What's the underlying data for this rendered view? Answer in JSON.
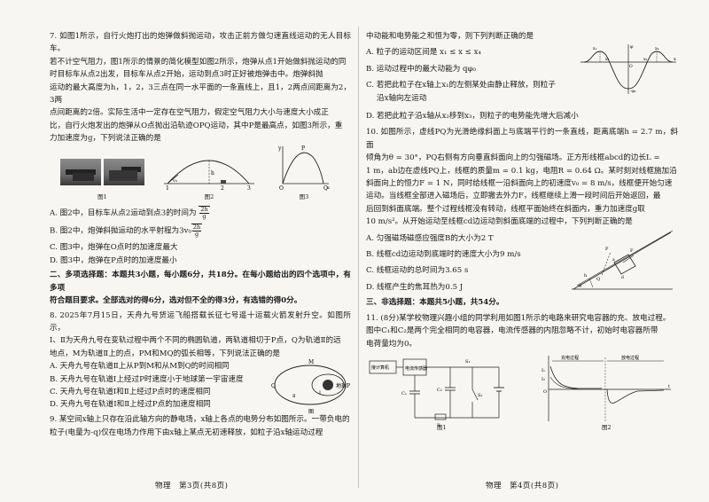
{
  "left": {
    "q7": {
      "p1": "7. 如图1所示，自行火炮打出的炮弹做斜抛运动，攻击正前方做匀速直线运动的无人目标车。",
      "p2": "若不计空气阻力，图1所示的情景的简化模型如图2所示，炮弹从点1开始做斜抛运动的同",
      "p3": "时目标车从点2出发，目标车从点2开始，运动到点3时正好被炮弹击中。炮弹斜抛",
      "p4": "运动的最大高度为h，1，2，3三点在同一水平面的一条直线上，且1，2两点间距离为2，3两",
      "p5": "点间距离的2倍。实际生活中一定存在空气阻力，假定空气阻力大小与速度大小成正",
      "p6": "比，自行火炮发出的炮弹从O点抛出沿轨迹OPQ运动，其中P是最高点，如图3所示，重",
      "p7": "力加速度为g，下列说法正确的是",
      "figs": {
        "f1": "图1",
        "f2": "图2",
        "f3": "图3"
      },
      "optA": "A. 图2中，目标车从点2运动到点3的时间为",
      "optB": "B. 图2中，炮弹斜抛运动的水平射程为3v₀",
      "optC": "C. 图3中，炮弹在O点时的加速度最大",
      "optD": "D. 图3中，炮弹在P点时的加速度最小"
    },
    "section2": {
      "p1": "二、多项选择题：本题共3小题，每小题6分，共18分。在每小题给出的四个选项中，有多项",
      "p2": "符合题目要求。全部选对的得6分，选对但不全的得3分，有选错的得0分。"
    },
    "q8": {
      "p1": "8. 2025年7月15日，天舟九号货运飞船搭载长征七号遥十运载火箭发射升空。如图所示，",
      "p2": "Ⅰ、Ⅱ为天舟九号在变轨过程中两个不同的椭圆轨道，两轨道相切于P点，Q为轨道Ⅱ的远",
      "p3": "地点，M为轨道Ⅱ上的点，PM和MQ的弧长相等，下列说法正确的是",
      "optA": "A. 天舟九号在轨道Ⅱ上从P到M和从M到Q的时间相同",
      "optB": "B. 天舟九号在轨道Ⅰ上经过P时速度小于地球第一宇宙速度",
      "optC": "C. 天舟九号在轨道Ⅰ和Ⅱ上经过P点时的速度相同",
      "optD": "D. 天舟九号在轨道Ⅰ和Ⅱ上经过P点的加速度相同",
      "fig": "图",
      "earth": "地球"
    },
    "q9": {
      "p1": "9. 某空间x轴上只存在沿此轴方向的静电场，x轴上各点的电势分布如图所示。一带负电的",
      "p2": "粒子(电量为-q)仅在电场力作用下由x轴上某点无初速释放，如粒子沿x轴运动过程"
    },
    "footer": "物理　第3页(共8页)"
  },
  "right": {
    "q9cont": {
      "p1": "中动能和电势能之和恒为零，则下列判断正确的是",
      "optA": "A. 粒子的运动区间是 x₁ ≤ x ≤ x₄",
      "optB": "B. 运动过程中的最大动能为 qφ₀",
      "optC1": "C. 若把此粒子在x轴上x₁的左侧某处由静止释放，则粒子",
      "optC2": "沿x轴向左运动",
      "optD": "D. 若把此粒子沿x轴从x₂移到x₃，则粒子的电势能先增大后减小"
    },
    "q10": {
      "p1": "10. 如图所示，虚线PQ为光滑绝缘斜面上与底端平行的一条直线，距离底端h = 2.7 m，斜面",
      "p2": "倾角为θ = 30°，PQ右侧有方向垂直斜面向上的匀强磁场。正方形线框abcd的边长L =",
      "p3": "1 m，ab边在虚线PQ上，线框的质量m = 0.1 kg，电阻R = 0.64 Ω。某时刻对线框施加沿",
      "p4": "斜面向上的恒力F = 1 N，同时给线框一沿斜面向上的初速度v₀ = 8 m/s，线框便开始匀速",
      "p5": "运动。当线框全部进入磁场后，立即撤去外力F，线框继续上滑一段时间后开始返回，最",
      "p6": "后回到斜面底端。整个过程线框没有转动，线框平面始终在斜面内，重力加速度g取",
      "p7": "10 m/s²。从开始运动至线框cd边运动到斜面底端的过程中，下列判断正确的是",
      "optA": "A. 匀强磁场磁感应强度B的大小为2 T",
      "optB": "B. 线框cd边运动到底端时的速度大小为9 m/s",
      "optC": "C. 线框运动的总时间为3.65 s",
      "optD": "D. 线框产生的焦耳热为0.5 J"
    },
    "section3": "三、非选择题：本题共5小题，共54分。",
    "q11": {
      "p1": "11. (8分)某学校物理兴趣小组的同学利用如图1所示的电路来研究电容器的充、放电过程。",
      "p2": "图中C₁和C₂是两个完全相同的电容器，电流传感器的内阻忽略不计，初始时电容器所带",
      "p3": "电荷量均为0。",
      "fig1": "图1",
      "fig2": "图2",
      "computer": "接计算机",
      "sensor": "电流传感器",
      "charge": "充电过程",
      "discharge": "放电过程"
    },
    "footer": "物理　第4页(共8页)"
  }
}
